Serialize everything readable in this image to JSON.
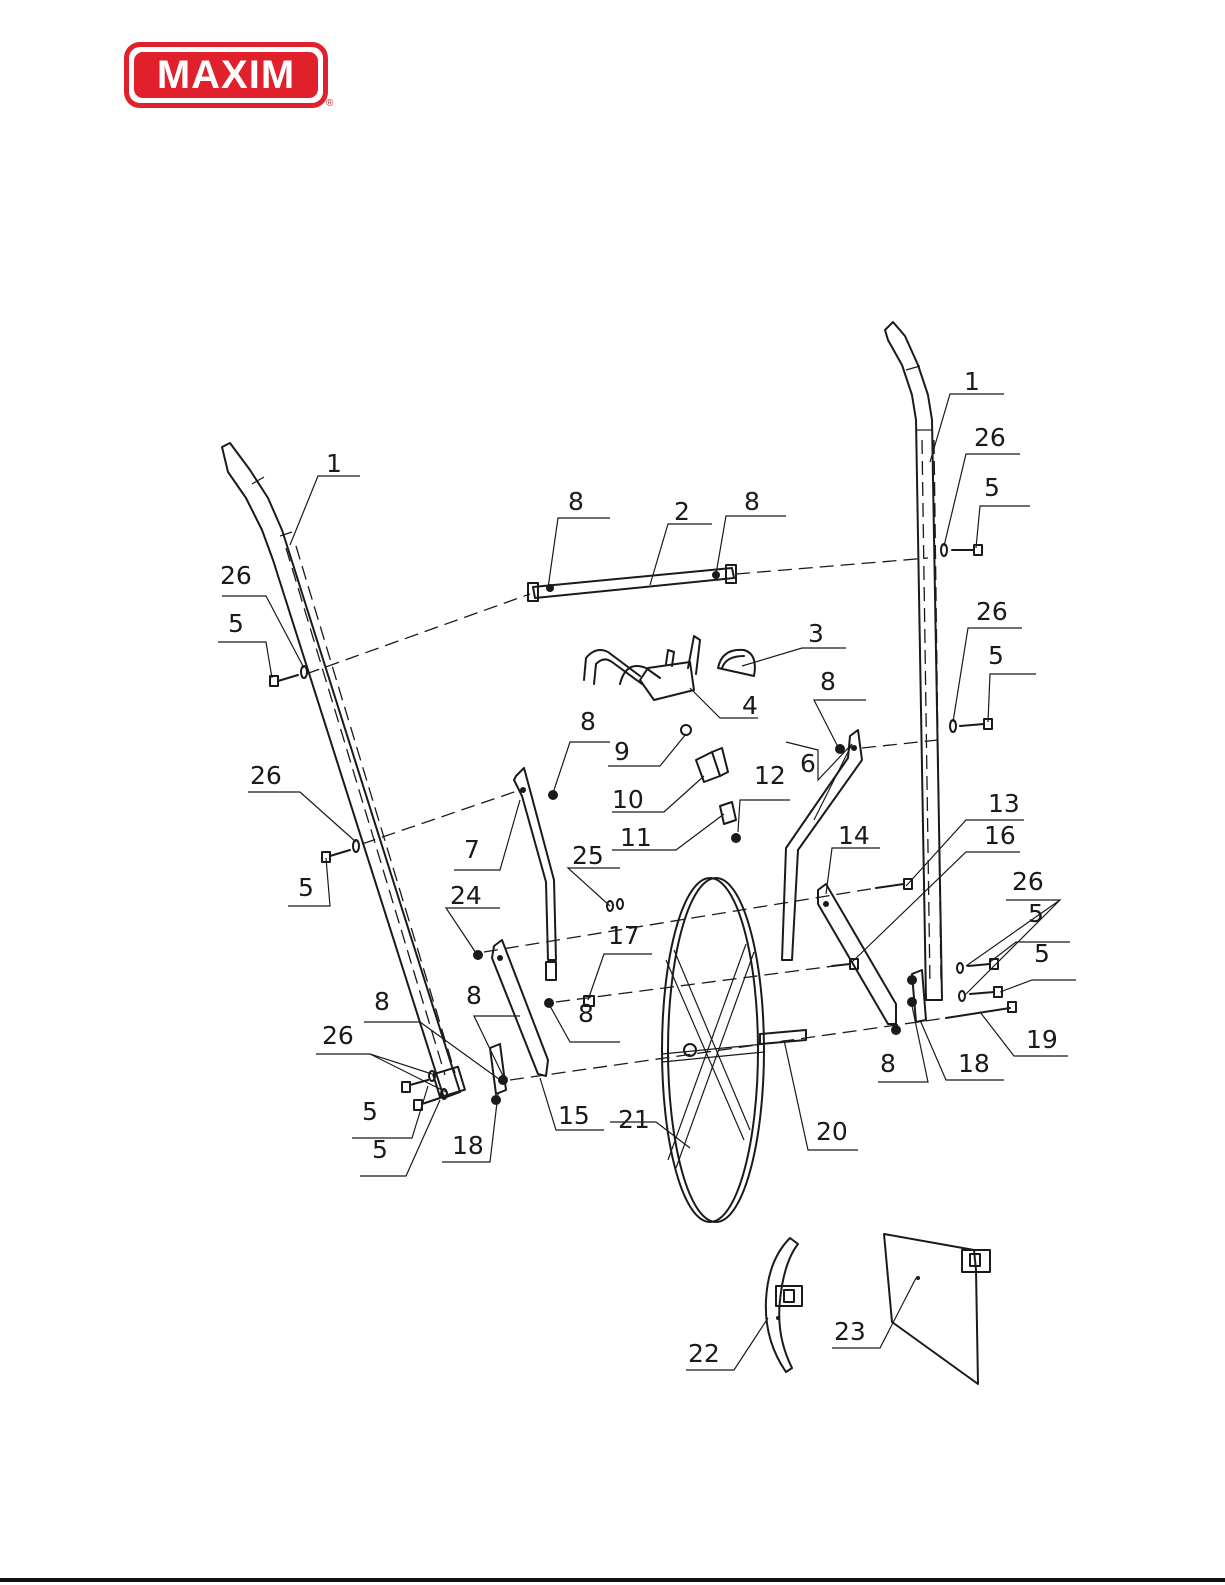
{
  "brand": {
    "name": "MAXIM",
    "registered": "®",
    "color": "#e0202a"
  },
  "callouts": [
    {
      "id": "c1a",
      "text": "1"
    },
    {
      "id": "c1b",
      "text": "1"
    },
    {
      "id": "c2",
      "text": "2"
    },
    {
      "id": "c3",
      "text": "3"
    },
    {
      "id": "c4",
      "text": "4"
    },
    {
      "id": "c5a",
      "text": "5"
    },
    {
      "id": "c5b",
      "text": "5"
    },
    {
      "id": "c5c",
      "text": "5"
    },
    {
      "id": "c5d",
      "text": "5"
    },
    {
      "id": "c5e",
      "text": "5"
    },
    {
      "id": "c5f",
      "text": "5"
    },
    {
      "id": "c5g",
      "text": "5"
    },
    {
      "id": "c5h",
      "text": "5"
    },
    {
      "id": "c6",
      "text": "6"
    },
    {
      "id": "c7",
      "text": "7"
    },
    {
      "id": "c8a",
      "text": "8"
    },
    {
      "id": "c8b",
      "text": "8"
    },
    {
      "id": "c8c",
      "text": "8"
    },
    {
      "id": "c8d",
      "text": "8"
    },
    {
      "id": "c8e",
      "text": "8"
    },
    {
      "id": "c8f",
      "text": "8"
    },
    {
      "id": "c8g",
      "text": "8"
    },
    {
      "id": "c8h",
      "text": "8"
    },
    {
      "id": "c9",
      "text": "9"
    },
    {
      "id": "c10",
      "text": "10"
    },
    {
      "id": "c11",
      "text": "11"
    },
    {
      "id": "c12",
      "text": "12"
    },
    {
      "id": "c13",
      "text": "13"
    },
    {
      "id": "c14",
      "text": "14"
    },
    {
      "id": "c15",
      "text": "15"
    },
    {
      "id": "c16",
      "text": "16"
    },
    {
      "id": "c17",
      "text": "17"
    },
    {
      "id": "c18a",
      "text": "18"
    },
    {
      "id": "c18b",
      "text": "18"
    },
    {
      "id": "c19",
      "text": "19"
    },
    {
      "id": "c20",
      "text": "20"
    },
    {
      "id": "c21",
      "text": "21"
    },
    {
      "id": "c22",
      "text": "22"
    },
    {
      "id": "c23",
      "text": "23"
    },
    {
      "id": "c24",
      "text": "24"
    },
    {
      "id": "c25",
      "text": "25"
    },
    {
      "id": "c26a",
      "text": "26"
    },
    {
      "id": "c26b",
      "text": "26"
    },
    {
      "id": "c26c",
      "text": "26"
    },
    {
      "id": "c26d",
      "text": "26"
    },
    {
      "id": "c26e",
      "text": "26"
    },
    {
      "id": "c26f",
      "text": "26"
    }
  ]
}
